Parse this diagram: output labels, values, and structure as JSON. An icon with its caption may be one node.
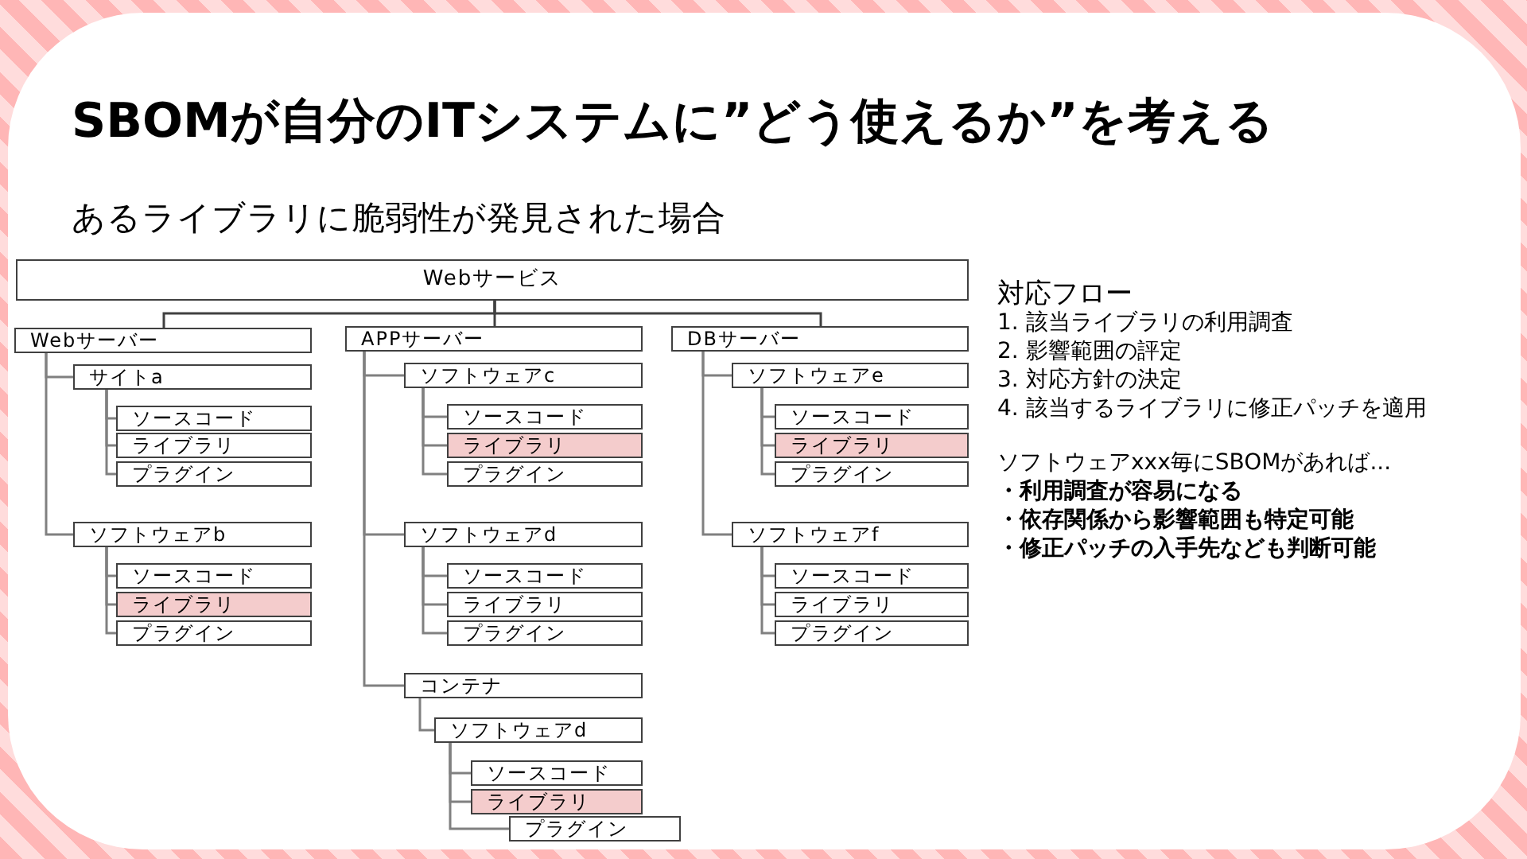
{
  "diagram": {
    "title": "SBOMが自分のITシステムに”どう使えるか”を考える",
    "nodes": [
      {
        "text": [
          "Webサービス"
        ]
      },
      {
        "text": [
          "Webサーバー"
        ]
      },
      {
        "text": [
          "サイトa"
        ]
      },
      {
        "text": [
          "ソースコード"
        ]
      },
      {
        "text": [
          "ライブラリ"
        ]
      },
      {
        "text": [
          "プラグイン"
        ]
      },
      {
        "text": [
          "ソフトウェアb"
        ]
      },
      {
        "text": [
          "ソースコード"
        ]
      },
      {
        "text": [
          "ライブラリ"
        ]
      },
      {
        "text": [
          "プラグイン"
        ]
      },
      {
        "text": [
          "APPサーバー"
        ]
      },
      {
        "text": [
          "ソフトウェアc"
        ]
      },
      {
        "text": [
          "ソースコード"
        ]
      },
      {
        "text": [
          "ライブラリ"
        ]
      },
      {
        "text": [
          "プラグイン"
        ]
      },
      {
        "text": [
          "ソフトウェアd"
        ]
      },
      {
        "text": [
          "ソースコード"
        ]
      },
      {
        "text": [
          "ライブラリ"
        ]
      },
      {
        "text": [
          "プラグイン"
        ]
      },
      {
        "text": [
          "コンテナ"
        ]
      },
      {
        "text": [
          "ソフトウェアd"
        ]
      },
      {
        "text": [
          "ソースコード"
        ]
      },
      {
        "text": [
          "ライブラリ"
        ]
      },
      {
        "text": [
          "プラグイン"
        ]
      },
      {
        "text": [
          "DBサーバー"
        ]
      },
      {
        "text": [
          "ソフトウェアe"
        ]
      },
      {
        "text": [
          "ソースコード"
        ]
      },
      {
        "text": [
          "ライブラリ"
        ]
      },
      {
        "text": [
          "プラグイン"
        ]
      },
      {
        "text": [
          "ソフトウェアf"
        ]
      },
      {
        "text": [
          "ソースコード"
        ]
      },
      {
        "text": [
          "ライブラリ"
        ]
      },
      {
        "text": [
          "プラグイン"
        ]
      }
    ],
    "edges": [
      {
        "from": 0,
        "to": 1,
        "arrow": "none",
        "color": "#404040"
      },
      {
        "from": 0,
        "to": 10,
        "arrow": "none",
        "color": "#404040"
      },
      {
        "from": 0,
        "to": 24,
        "arrow": "none",
        "color": "#404040"
      },
      {
        "from": 1,
        "to": 2,
        "arrow": "none"
      },
      {
        "from": 1,
        "to": 6,
        "arrow": "none"
      },
      {
        "from": 2,
        "to": 3,
        "arrow": "none"
      },
      {
        "from": 2,
        "to": 4,
        "arrow": "none"
      },
      {
        "from": 2,
        "to": 5,
        "arrow": "none"
      },
      {
        "from": 6,
        "to": 7,
        "arrow": "none"
      },
      {
        "from": 6,
        "to": 8,
        "arrow": "none"
      },
      {
        "from": 6,
        "to": 9,
        "arrow": "none"
      },
      {
        "from": 10,
        "to": 11,
        "arrow": "none"
      },
      {
        "from": 10,
        "to": 15,
        "arrow": "none"
      },
      {
        "from": 10,
        "to": 19,
        "arrow": "none"
      },
      {
        "from": 11,
        "to": 12,
        "arrow": "none"
      },
      {
        "from": 11,
        "to": 13,
        "arrow": "none"
      },
      {
        "from": 11,
        "to": 14,
        "arrow": "none"
      },
      {
        "from": 15,
        "to": 16,
        "arrow": "none"
      },
      {
        "from": 15,
        "to": 17,
        "arrow": "none"
      },
      {
        "from": 15,
        "to": 18,
        "arrow": "none"
      },
      {
        "from": 19,
        "to": 20,
        "arrow": "none"
      },
      {
        "from": 20,
        "to": 21,
        "arrow": "none"
      },
      {
        "from": 20,
        "to": 22,
        "arrow": "none"
      },
      {
        "from": 20,
        "to": 23,
        "arrow": "none"
      },
      {
        "from": 24,
        "to": 25,
        "arrow": "none"
      },
      {
        "from": 24,
        "to": 29,
        "arrow": "none"
      },
      {
        "from": 25,
        "to": 26,
        "arrow": "none"
      },
      {
        "from": 25,
        "to": 27,
        "arrow": "none"
      },
      {
        "from": 25,
        "to": 28,
        "arrow": "none"
      },
      {
        "from": 29,
        "to": 30,
        "arrow": "none"
      },
      {
        "from": 29,
        "to": 31,
        "arrow": "none"
      },
      {
        "from": 29,
        "to": 32,
        "arrow": "none"
      }
    ],
    "labels": [
      "あるライブラリに脆弱性が発見された場合",
      "対応フロー",
      "1. 該当ライブラリの利用調査",
      "2. 影響範囲の評定",
      "3. 対応方針の決定",
      "4. 該当するライブラリに修正パッチを適用",
      "ソフトウェアxxx毎にSBOMがあれば...",
      "・利用調査が容易になる",
      "・依存関係から影響範囲も特定可能",
      "・修正パッチの入手先なども判断可能"
    ]
  }
}
